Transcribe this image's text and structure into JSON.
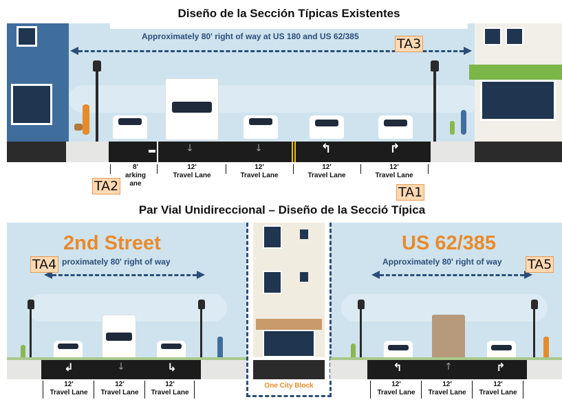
{
  "top_section": {
    "title": "Diseño de la Sección Típicas Existentes",
    "row_label": "Approximately 80' right of way at US 180 and US 62/385",
    "lanes": [
      {
        "width": "8'",
        "name": "Parking Lane",
        "name_line1": "arking",
        "name_line2": "ane"
      },
      {
        "width": "12'",
        "name": "Travel Lane"
      },
      {
        "width": "12'",
        "name": "Travel Lane"
      },
      {
        "width": "12'",
        "name": "Travel Lane"
      },
      {
        "width": "12'",
        "name": "Travel Lane"
      }
    ]
  },
  "bottom_section": {
    "title": "Par Vial Unidireccional – Diseño de la Secció Típica",
    "left": {
      "street_name": "2nd Street",
      "row_label": "proximately 80' right of way",
      "lanes": [
        {
          "width": "12'",
          "name": "Travel Lane"
        },
        {
          "width": "12'",
          "name": "Travel Lane"
        },
        {
          "width": "12'",
          "name": "Travel Lane"
        }
      ]
    },
    "middle": {
      "label": "One City Block"
    },
    "right": {
      "street_name": "US 62/385",
      "row_label": "Approximately 80' right of way",
      "lanes": [
        {
          "width": "12'",
          "name": "Travel Lane"
        },
        {
          "width": "12'",
          "name": "Travel Lane"
        },
        {
          "width": "12'",
          "name": "Travel Lane"
        }
      ]
    }
  },
  "annotations": [
    {
      "id": "TA1",
      "text": "TA1"
    },
    {
      "id": "TA2",
      "text": "TA2"
    },
    {
      "id": "TA3",
      "text": "TA3"
    },
    {
      "id": "TA4",
      "text": "TA4"
    },
    {
      "id": "TA5",
      "text": "TA5"
    }
  ],
  "icons": {
    "lane_arrows_top": [
      "straight-arrow-gray",
      "straight-arrow-gray",
      "left-straight-arrow",
      "straight-right-arrow"
    ],
    "lane_arrows_left": [
      "left-down-arrow",
      "down-arrow",
      "down-right-arrow"
    ],
    "lane_arrows_right": [
      "left-up-arrow",
      "up-arrow",
      "right-up-arrow"
    ]
  },
  "colors": {
    "sky": "#cfe3ee",
    "road": "#1c1c1c",
    "label_blue": "#2b4d78",
    "street_orange": "#e98a2b",
    "dashed_blue": "#2b4d78",
    "one_city_block": "#e98a2b",
    "tag_fill": "#ffd9b3"
  }
}
